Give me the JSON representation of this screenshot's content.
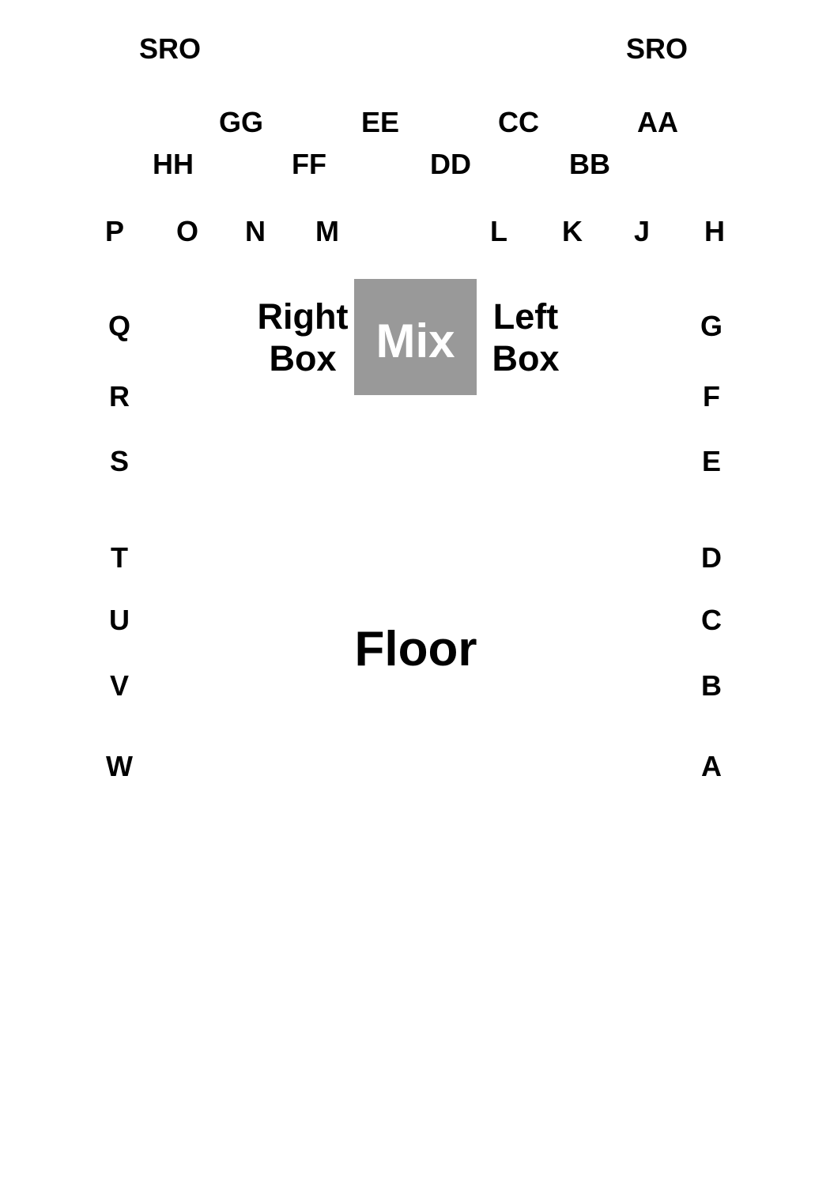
{
  "colors": {
    "text": "#000000",
    "background": "#ffffff",
    "mix_box": "#999999",
    "mix_text": "#ffffff"
  },
  "sro": [
    "SRO",
    "SRO"
  ],
  "upper_sections": {
    "row1": [
      "GG",
      "EE",
      "CC",
      "AA"
    ],
    "row2": [
      "HH",
      "FF",
      "DD",
      "BB"
    ]
  },
  "back_row": [
    "P",
    "O",
    "N",
    "M",
    "L",
    "K",
    "J",
    "H"
  ],
  "left_column": [
    "Q",
    "R",
    "S",
    "T",
    "U",
    "V",
    "W"
  ],
  "right_column": [
    "G",
    "F",
    "E",
    "D",
    "C",
    "B",
    "A"
  ],
  "right_box": {
    "line1": "Right",
    "line2": "Box"
  },
  "left_box": {
    "line1": "Left",
    "line2": "Box"
  },
  "mix": "Mix",
  "floor": "Floor"
}
